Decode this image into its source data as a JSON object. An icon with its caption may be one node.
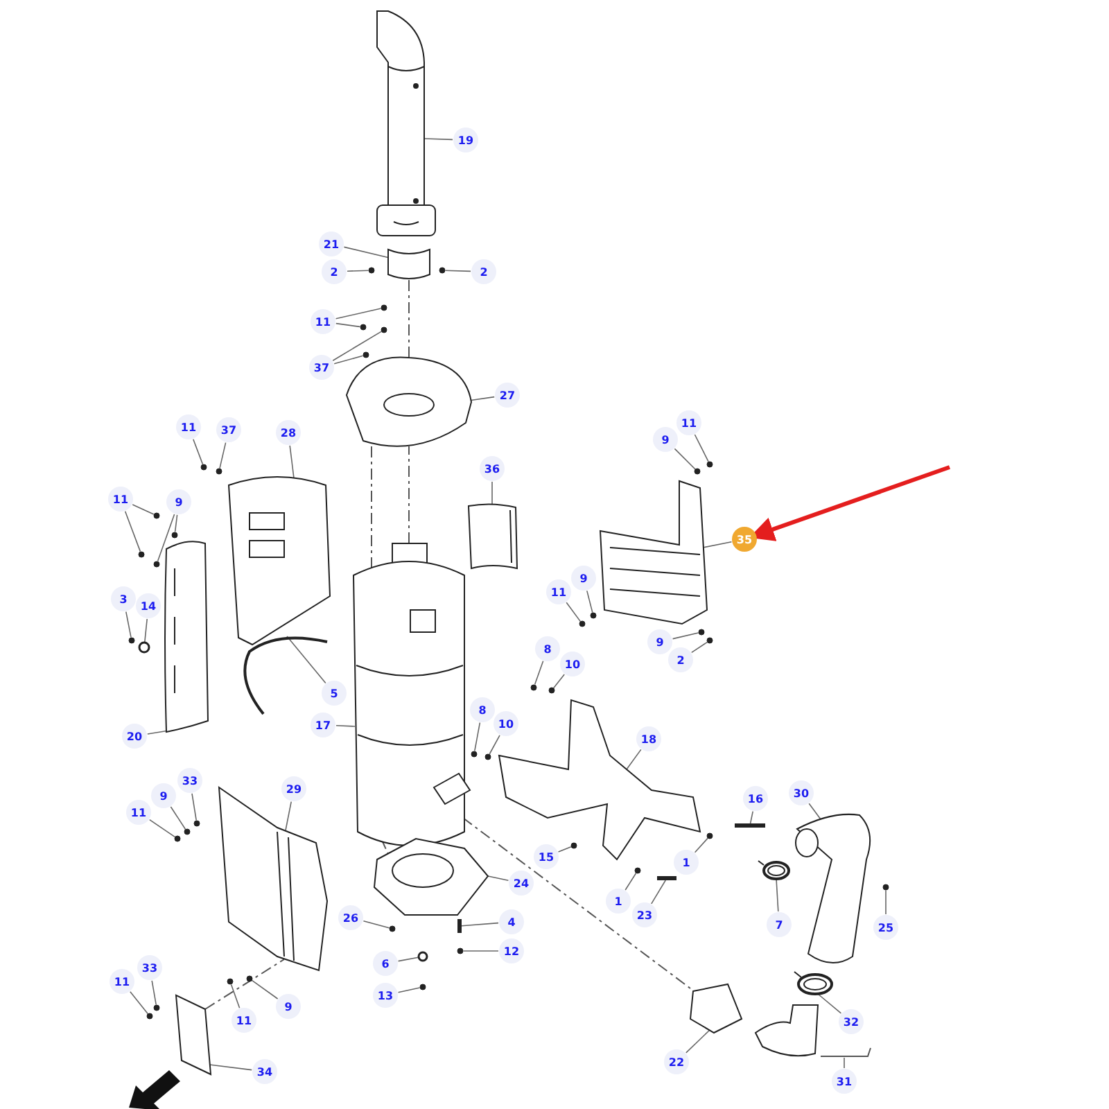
{
  "diagram": {
    "nodes": [
      {
        "text": [
          "19"
        ]
      },
      {
        "text": [
          "21"
        ]
      },
      {
        "text": [
          "2"
        ]
      },
      {
        "text": [
          "2"
        ]
      },
      {
        "text": [
          "11"
        ]
      },
      {
        "text": [
          "37"
        ]
      },
      {
        "text": [
          "27"
        ]
      },
      {
        "text": [
          "11"
        ]
      },
      {
        "text": [
          "37"
        ]
      },
      {
        "text": [
          "28"
        ]
      },
      {
        "text": [
          "11"
        ]
      },
      {
        "text": [
          "9"
        ]
      },
      {
        "text": [
          "36"
        ]
      },
      {
        "text": [
          "3"
        ]
      },
      {
        "text": [
          "14"
        ]
      },
      {
        "text": [
          "5"
        ]
      },
      {
        "text": [
          "17"
        ]
      },
      {
        "text": [
          "20"
        ]
      },
      {
        "text": [
          "11"
        ]
      },
      {
        "text": [
          "9"
        ]
      },
      {
        "text": [
          "35"
        ]
      },
      {
        "text": [
          "9"
        ]
      },
      {
        "text": [
          "11"
        ]
      },
      {
        "text": [
          "9"
        ]
      },
      {
        "text": [
          "2"
        ]
      },
      {
        "text": [
          "8"
        ]
      },
      {
        "text": [
          "10"
        ]
      },
      {
        "text": [
          "8"
        ]
      },
      {
        "text": [
          "10"
        ]
      },
      {
        "text": [
          "18"
        ]
      },
      {
        "text": [
          "16"
        ]
      },
      {
        "text": [
          "30"
        ]
      },
      {
        "text": [
          "15"
        ]
      },
      {
        "text": [
          "1"
        ]
      },
      {
        "text": [
          "1"
        ]
      },
      {
        "text": [
          "23"
        ]
      },
      {
        "text": [
          "24"
        ]
      },
      {
        "text": [
          "7"
        ]
      },
      {
        "text": [
          "25"
        ]
      },
      {
        "text": [
          "4"
        ]
      },
      {
        "text": [
          "12"
        ]
      },
      {
        "text": [
          "26"
        ]
      },
      {
        "text": [
          "6"
        ]
      },
      {
        "text": [
          "13"
        ]
      },
      {
        "text": [
          "29"
        ]
      },
      {
        "text": [
          "33"
        ]
      },
      {
        "text": [
          "9"
        ]
      },
      {
        "text": [
          "11"
        ]
      },
      {
        "text": [
          "33"
        ]
      },
      {
        "text": [
          "11"
        ]
      },
      {
        "text": [
          "11"
        ]
      },
      {
        "text": [
          "9"
        ]
      },
      {
        "text": [
          "34"
        ]
      },
      {
        "text": [
          "22"
        ]
      },
      {
        "text": [
          "32"
        ]
      },
      {
        "text": [
          "31"
        ]
      },
      {
        "text": [],
        "shape": "picture"
      },
      {
        "text": [],
        "shape": "picture"
      },
      {
        "text": [],
        "shape": "picture"
      },
      {
        "text": [],
        "shape": "picture"
      },
      {
        "text": [],
        "shape": "picture"
      },
      {
        "text": [],
        "shape": "picture"
      },
      {
        "text": [],
        "shape": "picture"
      },
      {
        "text": [],
        "shape": "picture"
      },
      {
        "text": [],
        "shape": "picture"
      },
      {
        "text": [],
        "shape": "picture"
      },
      {
        "text": [],
        "shape": "picture"
      },
      {
        "text": [],
        "shape": "picture"
      },
      {
        "text": [],
        "shape": "picture"
      },
      {
        "text": [],
        "shape": "picture"
      },
      {
        "text": [],
        "shape": "picture"
      },
      {
        "text": [],
        "shape": "picture"
      },
      {
        "text": [],
        "shape": "picture"
      },
      {
        "text": [],
        "shape": "picture"
      },
      {
        "text": [],
        "shape": "circle"
      },
      {
        "text": [],
        "shape": "circle"
      },
      {
        "text": [],
        "shape": "circle"
      },
      {
        "text": [],
        "shape": "circle"
      },
      {
        "text": [],
        "shape": "circle"
      },
      {
        "text": [],
        "shape": "circle"
      },
      {
        "text": [],
        "shape": "circle"
      },
      {
        "text": [],
        "shape": "circle"
      },
      {
        "text": [],
        "shape": "circle"
      },
      {
        "text": [],
        "shape": "circle"
      },
      {
        "text": [],
        "shape": "circle"
      },
      {
        "text": [],
        "shape": "circle"
      },
      {
        "text": [],
        "shape": "circle"
      },
      {
        "text": [],
        "shape": "circle"
      },
      {
        "text": [],
        "shape": "circle"
      },
      {
        "text": [],
        "shape": "circle"
      },
      {
        "text": [],
        "shape": "circle"
      },
      {
        "text": [],
        "shape": "circle"
      },
      {
        "text": [],
        "shape": "circle"
      },
      {
        "text": [],
        "shape": "circle"
      },
      {
        "text": [],
        "shape": "circle"
      },
      {
        "text": [],
        "shape": "circle"
      },
      {
        "text": [],
        "shape": "circle"
      },
      {
        "text": [],
        "shape": "circle"
      },
      {
        "text": [],
        "shape": "bar"
      },
      {
        "text": [],
        "shape": "circle"
      },
      {
        "text": [],
        "shape": "circle"
      },
      {
        "text": [],
        "shape": "circle"
      },
      {
        "text": [],
        "shape": "bar"
      },
      {
        "text": [],
        "shape": "circle"
      },
      {
        "text": [],
        "shape": "bar"
      },
      {
        "text": [],
        "shape": "circle"
      },
      {
        "text": [],
        "shape": "circle"
      },
      {
        "text": [],
        "shape": "circle"
      },
      {
        "text": [],
        "shape": "circle"
      },
      {
        "text": [],
        "shape": "circle"
      },
      {
        "text": [],
        "shape": "circle"
      },
      {
        "text": [],
        "shape": "circle"
      },
      {
        "text": [],
        "shape": "circle"
      },
      {
        "text": [],
        "shape": "circle"
      },
      {
        "text": [],
        "shape": "circle"
      },
      {
        "text": [],
        "shape": "circle"
      }
    ],
    "edges": [
      {
        "from": 0,
        "to": 56,
        "arrow": "none"
      },
      {
        "from": 1,
        "to": 57,
        "arrow": "none"
      },
      {
        "from": 2,
        "to": 74,
        "arrow": "none"
      },
      {
        "from": 3,
        "to": 75,
        "arrow": "none"
      },
      {
        "from": 4,
        "to": 76,
        "arrow": "none"
      },
      {
        "from": 4,
        "to": 77,
        "arrow": "none"
      },
      {
        "from": 5,
        "to": 78,
        "arrow": "none"
      },
      {
        "from": 5,
        "to": 79,
        "arrow": "none"
      },
      {
        "from": 6,
        "to": 58,
        "arrow": "none"
      },
      {
        "from": 7,
        "to": 80,
        "arrow": "none"
      },
      {
        "from": 8,
        "to": 81,
        "arrow": "none"
      },
      {
        "from": 9,
        "to": 59,
        "arrow": "none"
      },
      {
        "from": 10,
        "to": 82,
        "arrow": "none"
      },
      {
        "from": 10,
        "to": 83,
        "arrow": "none"
      },
      {
        "from": 11,
        "to": 84,
        "arrow": "none"
      },
      {
        "from": 11,
        "to": 85,
        "arrow": "none"
      },
      {
        "from": 12,
        "to": 63,
        "arrow": "none"
      },
      {
        "from": 13,
        "to": 86,
        "arrow": "none"
      },
      {
        "from": 14,
        "to": 87,
        "arrow": "none"
      },
      {
        "from": 15,
        "to": 61,
        "arrow": "none"
      },
      {
        "from": 16,
        "to": 62,
        "arrow": "none"
      },
      {
        "from": 17,
        "to": 60,
        "arrow": "none"
      },
      {
        "from": 18,
        "to": 88,
        "arrow": "none"
      },
      {
        "from": 19,
        "to": 89,
        "arrow": "none"
      },
      {
        "from": 20,
        "to": 64,
        "arrow": "none"
      },
      {
        "from": null,
        "to": 20,
        "arrow": "to",
        "style": "thick",
        "color": "#e41e1e"
      },
      {
        "from": 21,
        "to": 90,
        "arrow": "none"
      },
      {
        "from": 22,
        "to": 91,
        "arrow": "none"
      },
      {
        "from": 23,
        "to": 92,
        "arrow": "none"
      },
      {
        "from": 24,
        "to": 93,
        "arrow": "none"
      },
      {
        "from": 25,
        "to": 94,
        "arrow": "none"
      },
      {
        "from": 26,
        "to": 95,
        "arrow": "none"
      },
      {
        "from": 27,
        "to": 96,
        "arrow": "none"
      },
      {
        "from": 28,
        "to": 97,
        "arrow": "none"
      },
      {
        "from": 29,
        "to": 65,
        "arrow": "none"
      },
      {
        "from": 30,
        "to": 98,
        "arrow": "none"
      },
      {
        "from": 31,
        "to": 66,
        "arrow": "none"
      },
      {
        "from": 32,
        "to": 99,
        "arrow": "none"
      },
      {
        "from": 33,
        "to": 100,
        "arrow": "none"
      },
      {
        "from": 34,
        "to": 101,
        "arrow": "none"
      },
      {
        "from": 35,
        "to": 102,
        "arrow": "none"
      },
      {
        "from": 36,
        "to": 71,
        "arrow": "none"
      },
      {
        "from": 37,
        "to": 67,
        "arrow": "none"
      },
      {
        "from": 38,
        "to": 103,
        "arrow": "none"
      },
      {
        "from": 39,
        "to": 104,
        "arrow": "none"
      },
      {
        "from": 40,
        "to": 105,
        "arrow": "none"
      },
      {
        "from": 41,
        "to": 106,
        "arrow": "none"
      },
      {
        "from": 42,
        "to": 107,
        "arrow": "none"
      },
      {
        "from": 43,
        "to": 108,
        "arrow": "none"
      },
      {
        "from": 44,
        "to": 72,
        "arrow": "none"
      },
      {
        "from": 45,
        "to": 109,
        "arrow": "none"
      },
      {
        "from": 46,
        "to": 110,
        "arrow": "none"
      },
      {
        "from": 47,
        "to": 111,
        "arrow": "none"
      },
      {
        "from": 48,
        "to": 112,
        "arrow": "none"
      },
      {
        "from": 49,
        "to": 113,
        "arrow": "none"
      },
      {
        "from": 50,
        "to": 114,
        "arrow": "none"
      },
      {
        "from": 51,
        "to": 115,
        "arrow": "none"
      },
      {
        "from": 52,
        "to": 73,
        "arrow": "none"
      },
      {
        "from": 53,
        "to": 70,
        "arrow": "none"
      },
      {
        "from": 54,
        "to": 68,
        "arrow": "none"
      },
      {
        "from": 55,
        "to": null,
        "arrow": "none"
      },
      {
        "from": 58,
        "to": 57,
        "arrow": "none",
        "style": "dashed"
      },
      {
        "from": 62,
        "to": 58,
        "arrow": "none",
        "style": "dashed"
      },
      {
        "from": 62,
        "to": 58,
        "arrow": "none",
        "style": "dashed"
      },
      {
        "from": 62,
        "to": 70,
        "arrow": "none",
        "style": "dashed"
      },
      {
        "from": 62,
        "to": 71,
        "arrow": "none",
        "style": "dashed"
      },
      {
        "from": 73,
        "to": 72,
        "arrow": "none",
        "style": "dashed"
      }
    ]
  }
}
